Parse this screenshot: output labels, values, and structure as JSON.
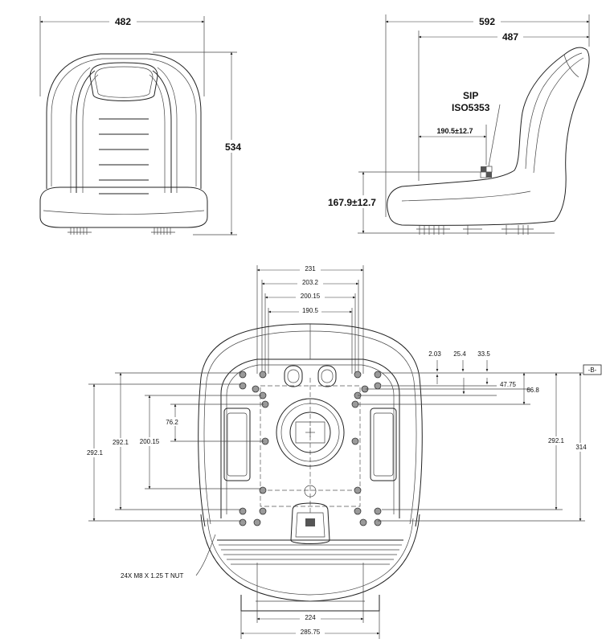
{
  "front_view": {
    "width": "482",
    "height": "534"
  },
  "side_view": {
    "overall_depth": "592",
    "cushion_depth": "487",
    "sip_label": "SIP",
    "standard_label": "ISO5353",
    "sip_horizontal": "190.5±12.7",
    "sip_vertical": "167.9±12.7"
  },
  "bottom_view": {
    "top_dims": [
      "231",
      "203.2",
      "200.15",
      "190.5"
    ],
    "right_small_dims": [
      "2.03",
      "25.4",
      "33.5",
      "47.75",
      "66.8"
    ],
    "datum_label": "-B-",
    "left_dims": [
      "292.1",
      "292.1",
      "200.15",
      "76.2"
    ],
    "right_dims": [
      "292.1",
      "314"
    ],
    "bottom_dims": [
      "224",
      "285.75"
    ],
    "nut_callout": "24X M8 X 1.25 T NUT"
  }
}
